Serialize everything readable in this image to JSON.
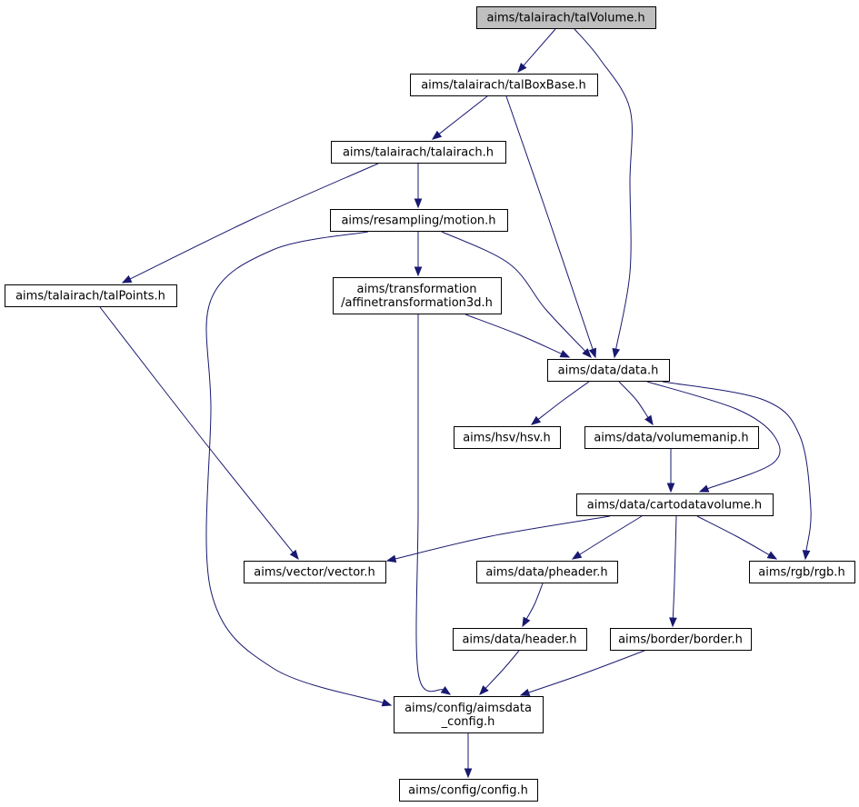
{
  "colors": {
    "root_fill": "#bfbfbf",
    "node_fill": "#ffffff",
    "border": "#000000",
    "edge": "#191970"
  },
  "nodes": [
    {
      "id": "talVolume",
      "lines": [
        "aims/talairach/talVolume.h"
      ],
      "root": true
    },
    {
      "id": "talBoxBase",
      "lines": [
        "aims/talairach/talBoxBase.h"
      ]
    },
    {
      "id": "talairach",
      "lines": [
        "aims/talairach/talairach.h"
      ]
    },
    {
      "id": "motion",
      "lines": [
        "aims/resampling/motion.h"
      ]
    },
    {
      "id": "talPoints",
      "lines": [
        "aims/talairach/talPoints.h"
      ]
    },
    {
      "id": "affine",
      "lines": [
        "aims/transformation",
        "/affinetransformation3d.h"
      ]
    },
    {
      "id": "data",
      "lines": [
        "aims/data/data.h"
      ]
    },
    {
      "id": "hsv",
      "lines": [
        "aims/hsv/hsv.h"
      ]
    },
    {
      "id": "volumemanip",
      "lines": [
        "aims/data/volumemanip.h"
      ]
    },
    {
      "id": "cartodatavolume",
      "lines": [
        "aims/data/cartodatavolume.h"
      ]
    },
    {
      "id": "vector",
      "lines": [
        "aims/vector/vector.h"
      ]
    },
    {
      "id": "pheader",
      "lines": [
        "aims/data/pheader.h"
      ]
    },
    {
      "id": "rgb",
      "lines": [
        "aims/rgb/rgb.h"
      ]
    },
    {
      "id": "header",
      "lines": [
        "aims/data/header.h"
      ]
    },
    {
      "id": "border",
      "lines": [
        "aims/border/border.h"
      ]
    },
    {
      "id": "aimsdata_config",
      "lines": [
        "aims/config/aimsdata",
        "_config.h"
      ]
    },
    {
      "id": "config",
      "lines": [
        "aims/config/config.h"
      ]
    }
  ],
  "edges": [
    {
      "from": "talVolume",
      "to": "talBoxBase"
    },
    {
      "from": "talVolume",
      "to": "data"
    },
    {
      "from": "talBoxBase",
      "to": "talairach"
    },
    {
      "from": "talBoxBase",
      "to": "data"
    },
    {
      "from": "talairach",
      "to": "talPoints"
    },
    {
      "from": "talairach",
      "to": "motion"
    },
    {
      "from": "motion",
      "to": "affine"
    },
    {
      "from": "motion",
      "to": "data"
    },
    {
      "from": "motion",
      "to": "aimsdata_config"
    },
    {
      "from": "talPoints",
      "to": "vector"
    },
    {
      "from": "affine",
      "to": "data"
    },
    {
      "from": "affine",
      "to": "aimsdata_config"
    },
    {
      "from": "data",
      "to": "hsv"
    },
    {
      "from": "data",
      "to": "volumemanip"
    },
    {
      "from": "data",
      "to": "cartodatavolume"
    },
    {
      "from": "data",
      "to": "rgb"
    },
    {
      "from": "volumemanip",
      "to": "cartodatavolume"
    },
    {
      "from": "cartodatavolume",
      "to": "vector"
    },
    {
      "from": "cartodatavolume",
      "to": "pheader"
    },
    {
      "from": "cartodatavolume",
      "to": "border"
    },
    {
      "from": "cartodatavolume",
      "to": "rgb"
    },
    {
      "from": "pheader",
      "to": "header"
    },
    {
      "from": "header",
      "to": "aimsdata_config"
    },
    {
      "from": "border",
      "to": "aimsdata_config"
    },
    {
      "from": "aimsdata_config",
      "to": "config"
    }
  ]
}
